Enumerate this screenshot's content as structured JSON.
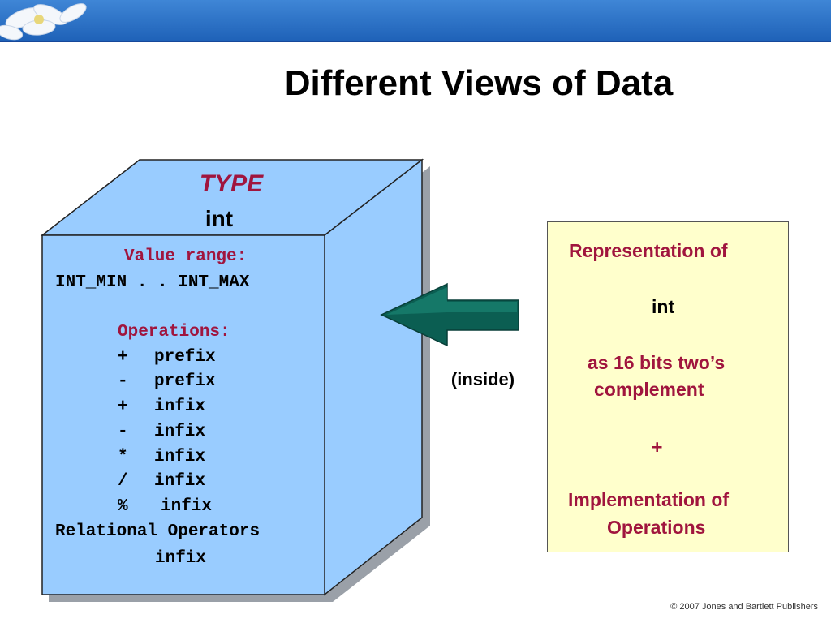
{
  "slide": {
    "title": "Different Views of Data",
    "footer": "© 2007 Jones and Bartlett Publishers"
  },
  "cube": {
    "type_label": "TYPE",
    "type_name": "int",
    "value_range_label": "Value range:",
    "value_range": "INT_MIN . . INT_MAX",
    "operations_label": "Operations:",
    "operations": [
      {
        "op": "+",
        "kind": "prefix"
      },
      {
        "op": "-",
        "kind": "prefix"
      },
      {
        "op": "+",
        "kind": "infix"
      },
      {
        "op": "-",
        "kind": "infix"
      },
      {
        "op": "*",
        "kind": "infix"
      },
      {
        "op": "/",
        "kind": "infix"
      },
      {
        "op": "%",
        "kind": "infix"
      }
    ],
    "relational_label": "Relational Operators",
    "relational_kind": "infix"
  },
  "arrow": {
    "label": "(inside)"
  },
  "note": {
    "line1": "Representation of",
    "line2": "int",
    "line3": "as 16 bits two’s",
    "line4": "complement",
    "line5": "+",
    "line6": "Implementation of",
    "line7": "Operations"
  },
  "colors": {
    "accent_red": "#a0153e",
    "cube_face": "#99ccff",
    "note_bg": "#ffffcc",
    "arrow_green": "#0b5e52",
    "header_blue": "#2a6fc4"
  }
}
